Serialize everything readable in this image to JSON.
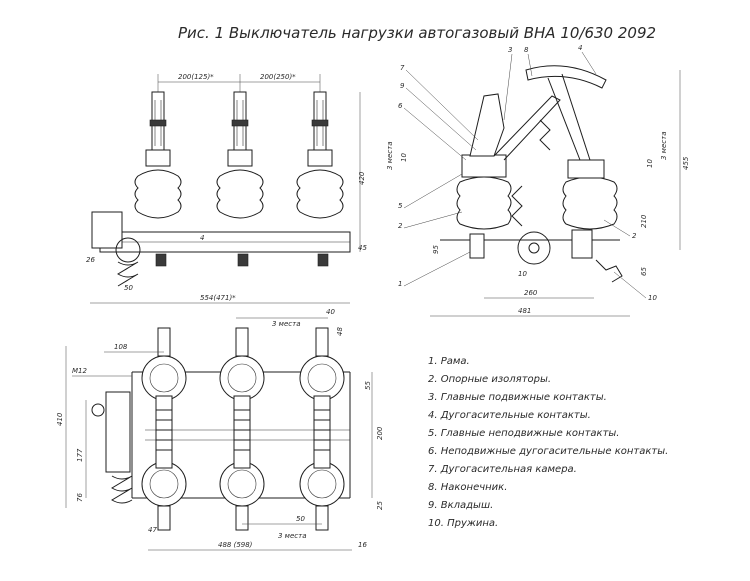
{
  "title": "Рис. 1 Выключатель нагрузки автогазовый ВНА 10/630 2092",
  "front_view": {
    "dim_spacing_1": "200(125)*",
    "dim_spacing_2": "200(250)*",
    "dim_width": "554(471)*",
    "dim_height": "420",
    "dim_45": "45",
    "dim_26": "26",
    "dim_50": "50",
    "label_4": "4"
  },
  "side_view": {
    "callouts": [
      "7",
      "9",
      "6",
      "3",
      "8",
      "4",
      "5",
      "2",
      "1",
      "2",
      "10"
    ],
    "dim_3_mesta": "3 места",
    "dim_10": "10",
    "dim_455": "455",
    "dim_210": "210",
    "dim_65": "65",
    "dim_95": "95",
    "dim_10b": "10",
    "dim_260": "260",
    "dim_481": "481"
  },
  "top_view": {
    "dim_40": "40",
    "dim_3_mesta": "3 места",
    "dim_48": "48",
    "dim_108": "108",
    "dim_m12": "M12",
    "dim_55": "55",
    "dim_410": "410",
    "dim_177": "177",
    "dim_200": "200",
    "dim_76": "76",
    "dim_25": "25",
    "dim_47": "47",
    "dim_50": "50",
    "dim_3_mesta_b": "3 места",
    "dim_width": "488 (598)",
    "dim_16": "16"
  },
  "legend": [
    "1. Рама.",
    "2. Опорные изоляторы.",
    "3. Главные подвижные контакты.",
    "4. Дугогасительные контакты.",
    "5. Главные неподвижные контакты.",
    "6. Неподвижные дугогасительные контакты.",
    "7. Дугогасительная камера.",
    "8. Наконечник.",
    "9. Вкладыш.",
    "10. Пружина."
  ]
}
